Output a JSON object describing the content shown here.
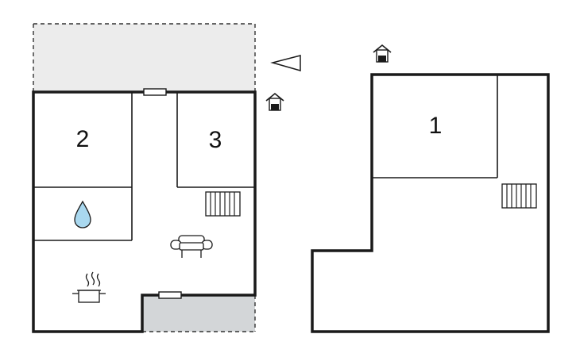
{
  "floor_plan": {
    "rooms": [
      {
        "id": "room-1",
        "label": "1"
      },
      {
        "id": "room-2",
        "label": "2"
      },
      {
        "id": "room-3",
        "label": "3"
      }
    ],
    "icons": [
      "north-arrow-icon",
      "entrance-icon",
      "bathroom-drop-icon",
      "radiator-icon",
      "sofa-icon",
      "kitchen-pot-icon",
      "window-icon"
    ],
    "colors": {
      "wall": "#1a1a1a",
      "terrace_light": "#ececec",
      "terrace_dark": "#d3d6d8",
      "water_drop": "#a9d8ef"
    }
  }
}
